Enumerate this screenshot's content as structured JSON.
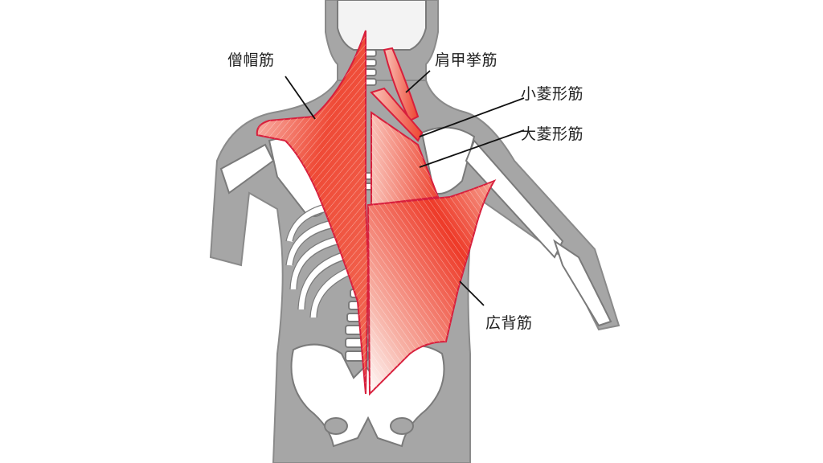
{
  "diagram": {
    "type": "anatomy-back-muscles",
    "view": "posterior",
    "colors": {
      "background": "#ffffff",
      "silhouette": "#a6a6a6",
      "silhouette_outline": "#8a8a8a",
      "bone": "#ffffff",
      "bone_outline": "#7a7a7a",
      "muscle": "#ee3a2a",
      "muscle_light": "#f9c8c0",
      "muscle_outline": "#d81f3c",
      "leader_line": "#111111",
      "label_text": "#222222"
    },
    "labels": [
      {
        "id": "trapezius",
        "text": "僧帽筋"
      },
      {
        "id": "levator-scapulae",
        "text": "肩甲挙筋"
      },
      {
        "id": "rhomboid-minor",
        "text": "小菱形筋"
      },
      {
        "id": "rhomboid-major",
        "text": "大菱形筋"
      },
      {
        "id": "latissimus-dorsi",
        "text": "広背筋"
      }
    ]
  }
}
